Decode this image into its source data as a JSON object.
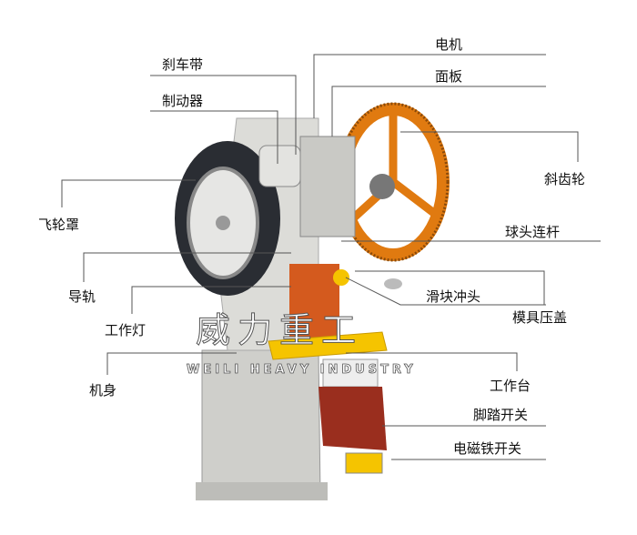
{
  "labels": {
    "motor": "电机",
    "panel": "面板",
    "brake_band": "刹车带",
    "brake": "制动器",
    "helical_gear": "斜齿轮",
    "flywheel_cover": "飞轮罩",
    "ball_connecting_rod": "球头连杆",
    "guide_rail": "导轨",
    "slider_punch": "滑块冲头",
    "die_cover": "模具压盖",
    "work_lamp": "工作灯",
    "frame": "机身",
    "worktable": "工作台",
    "foot_switch": "脚踏开关",
    "electromagnet_switch": "电磁铁开关"
  },
  "watermark": {
    "cn": "威力重工",
    "en": "WEILI HEAVY INDUSTRY"
  },
  "colors": {
    "gear": "#e07a10",
    "table": "#f5c400",
    "body": "#d8d8d4",
    "flywheel": "#2a2d33",
    "column": "#d45a1e",
    "line": "#555555"
  }
}
